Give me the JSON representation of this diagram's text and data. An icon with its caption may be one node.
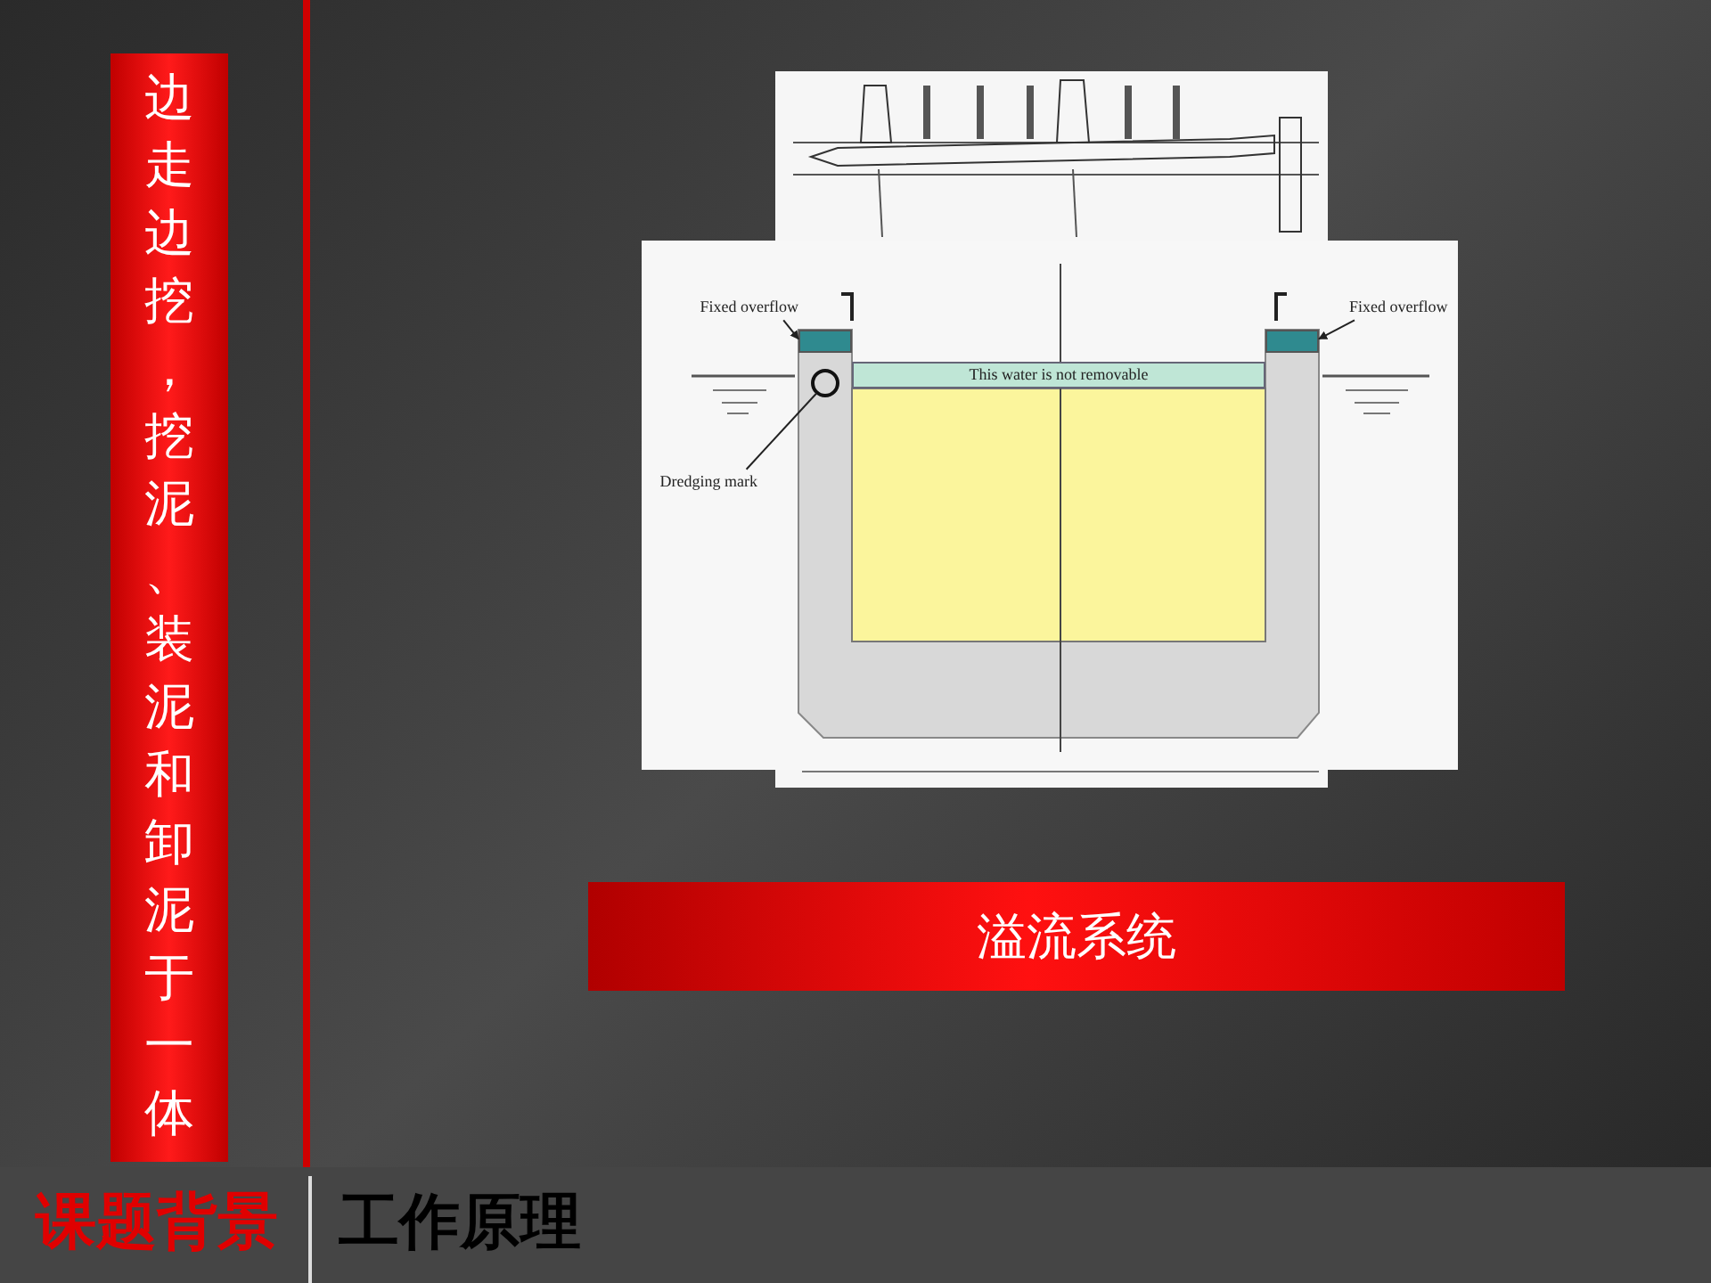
{
  "diagram": {
    "nodes": [
      {
        "text": [
          "边走边挖，挖泥、装泥和卸泥于一体"
        ]
      },
      {
        "text": [
          "Fixed overflow"
        ]
      },
      {
        "text": [],
        "shape": "box"
      },
      {
        "text": [
          "Fixed overflow"
        ]
      },
      {
        "text": [],
        "shape": "box"
      },
      {
        "text": [
          "This water is not removable"
        ]
      },
      {
        "text": [
          "Dredging mark"
        ]
      },
      {
        "text": [],
        "shape": "circle"
      },
      {
        "text": [
          "溢流系统"
        ]
      }
    ],
    "edges": [
      {
        "from": 1,
        "to": 2,
        "arrow": "to"
      },
      {
        "from": 3,
        "to": 4,
        "arrow": "to"
      },
      {
        "from": 6,
        "to": 7,
        "arrow": "none"
      }
    ],
    "labels": [
      "课题背景",
      "工作原理"
    ]
  }
}
